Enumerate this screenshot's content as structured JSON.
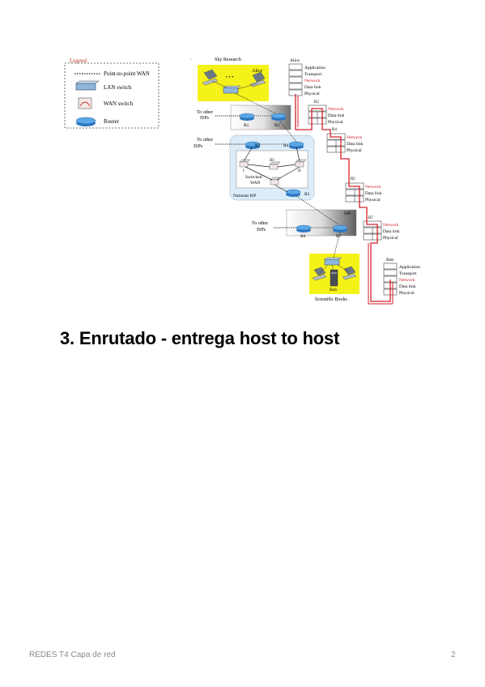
{
  "figure": {
    "legend": {
      "title": "Legend",
      "items": [
        "Point-to-point WAN",
        "LAN switch",
        "WAN switch",
        "Router"
      ]
    },
    "sky_research": "Sky Research",
    "alice_tag": "Alice",
    "dots": "• • •",
    "to_other_isps": [
      "To other",
      "ISPs"
    ],
    "routers": [
      "R1",
      "R2",
      "R3",
      "R4",
      "R5",
      "R6",
      "R7"
    ],
    "wan_switches": [
      "I",
      "III",
      "II"
    ],
    "switched_wan": [
      "Switched",
      "WAN"
    ],
    "national_isp": "National ISP",
    "isp": "ISP",
    "bob_tag": "Bob",
    "scientific_books": "Scientific Books",
    "stacks": {
      "alice": {
        "title": "Alice",
        "layers": [
          "Application",
          "Transport",
          "Network",
          "Data link",
          "Physical"
        ]
      },
      "r2": {
        "title": "R2",
        "layers": [
          "Network",
          "Data link",
          "Physical"
        ]
      },
      "r4": {
        "title": "R4",
        "layers": [
          "Network",
          "Data link",
          "Physical"
        ]
      },
      "r5": {
        "title": "R5",
        "layers": [
          "Network",
          "Data link",
          "Physical"
        ]
      },
      "r7": {
        "title": "R7",
        "layers": [
          "Network",
          "Data link",
          "Physical"
        ]
      },
      "bob": {
        "title": "Bob",
        "layers": [
          "Application",
          "Transport",
          "Network",
          "Data link",
          "Physical"
        ]
      }
    },
    "network_color": "#d4202a"
  },
  "heading": "3. Enrutado - entrega host to host",
  "footer": {
    "course": "REDES T4 Capa de red",
    "page_number": "2"
  }
}
